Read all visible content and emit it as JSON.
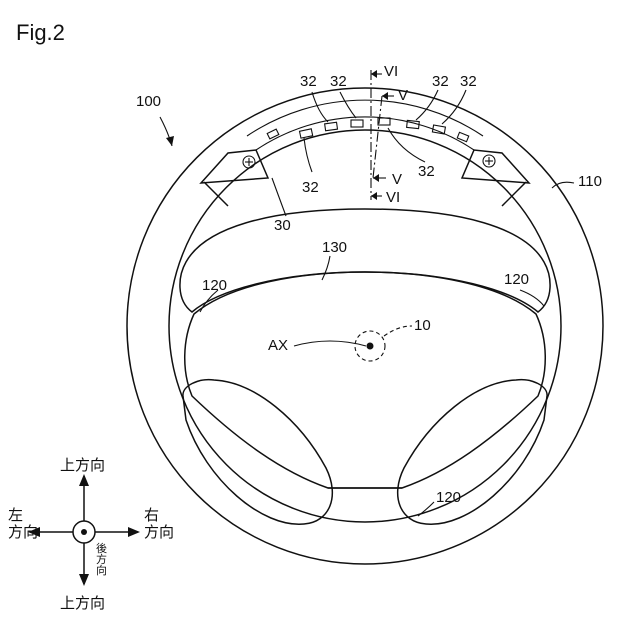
{
  "figure": {
    "label": "Fig.2"
  },
  "refs": {
    "r100": "100",
    "r110": "110",
    "r120": "120",
    "r130": "130",
    "r30": "30",
    "r32": "32",
    "r10": "10",
    "ax": "AX",
    "sec_vi": "VI",
    "sec_v": "V"
  },
  "directions": {
    "up": "上方向",
    "down": "上方向",
    "left": "左方向",
    "right": "右方向",
    "rear": "後方向"
  }
}
